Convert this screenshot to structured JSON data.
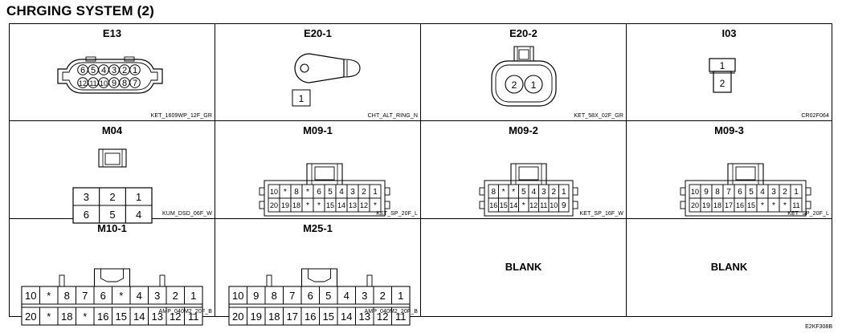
{
  "title": "CHRGING SYSTEM (2)",
  "footer_code": "E2KF308B",
  "connectors": {
    "E13": {
      "name": "E13",
      "code": "KET_1609WP_12F_GR",
      "top": [
        "6",
        "5",
        "4",
        "3",
        "2",
        "1"
      ],
      "bottom": [
        "12",
        "11",
        "10",
        "9",
        "8",
        "7"
      ]
    },
    "E20_1": {
      "name": "E20-1",
      "code": "CHT_ALT_RING_N",
      "pin": "1"
    },
    "E20_2": {
      "name": "E20-2",
      "code": "KET_58X_02F_GR",
      "pins": [
        "2",
        "1"
      ]
    },
    "I03": {
      "name": "I03",
      "code": "CR02F064",
      "pins": [
        "1",
        "2"
      ]
    },
    "M04": {
      "name": "M04",
      "code": "KUM_DSD_06F_W",
      "top": [
        "3",
        "2",
        "1"
      ],
      "bottom": [
        "6",
        "5",
        "4"
      ]
    },
    "M09_1": {
      "name": "M09-1",
      "code": "KET_SP_20F_L",
      "top": [
        "10",
        "*",
        "8",
        "*",
        "6",
        "5",
        "4",
        "3",
        "2",
        "1"
      ],
      "bottom": [
        "20",
        "19",
        "18",
        "*",
        "*",
        "15",
        "14",
        "13",
        "12",
        "*"
      ]
    },
    "M09_2": {
      "name": "M09-2",
      "code": "KET_SP_16F_W",
      "top": [
        "8",
        "*",
        "*",
        "5",
        "4",
        "3",
        "2",
        "1"
      ],
      "bottom": [
        "16",
        "15",
        "14",
        "*",
        "12",
        "11",
        "10",
        "9"
      ]
    },
    "M09_3": {
      "name": "M09-3",
      "code": "KET_SP_20F_L",
      "top": [
        "10",
        "9",
        "8",
        "7",
        "6",
        "5",
        "4",
        "3",
        "2",
        "1"
      ],
      "bottom": [
        "20",
        "19",
        "18",
        "17",
        "16",
        "15",
        "*",
        "*",
        "*",
        "11"
      ]
    },
    "M10_1": {
      "name": "M10-1",
      "code": "AMP_040M2_20F_B",
      "top": [
        "10",
        "*",
        "8",
        "7",
        "6",
        "*",
        "4",
        "3",
        "2",
        "1"
      ],
      "bottom": [
        "20",
        "*",
        "18",
        "*",
        "16",
        "15",
        "14",
        "13",
        "12",
        "11"
      ]
    },
    "M25_1": {
      "name": "M25-1",
      "code": "AMP_040M2_20F_B",
      "top": [
        "10",
        "9",
        "8",
        "7",
        "6",
        "5",
        "4",
        "3",
        "2",
        "1"
      ],
      "bottom": [
        "20",
        "19",
        "18",
        "17",
        "16",
        "15",
        "14",
        "13",
        "12",
        "11"
      ]
    }
  },
  "blank_cells": [
    "BLANK",
    "BLANK"
  ]
}
